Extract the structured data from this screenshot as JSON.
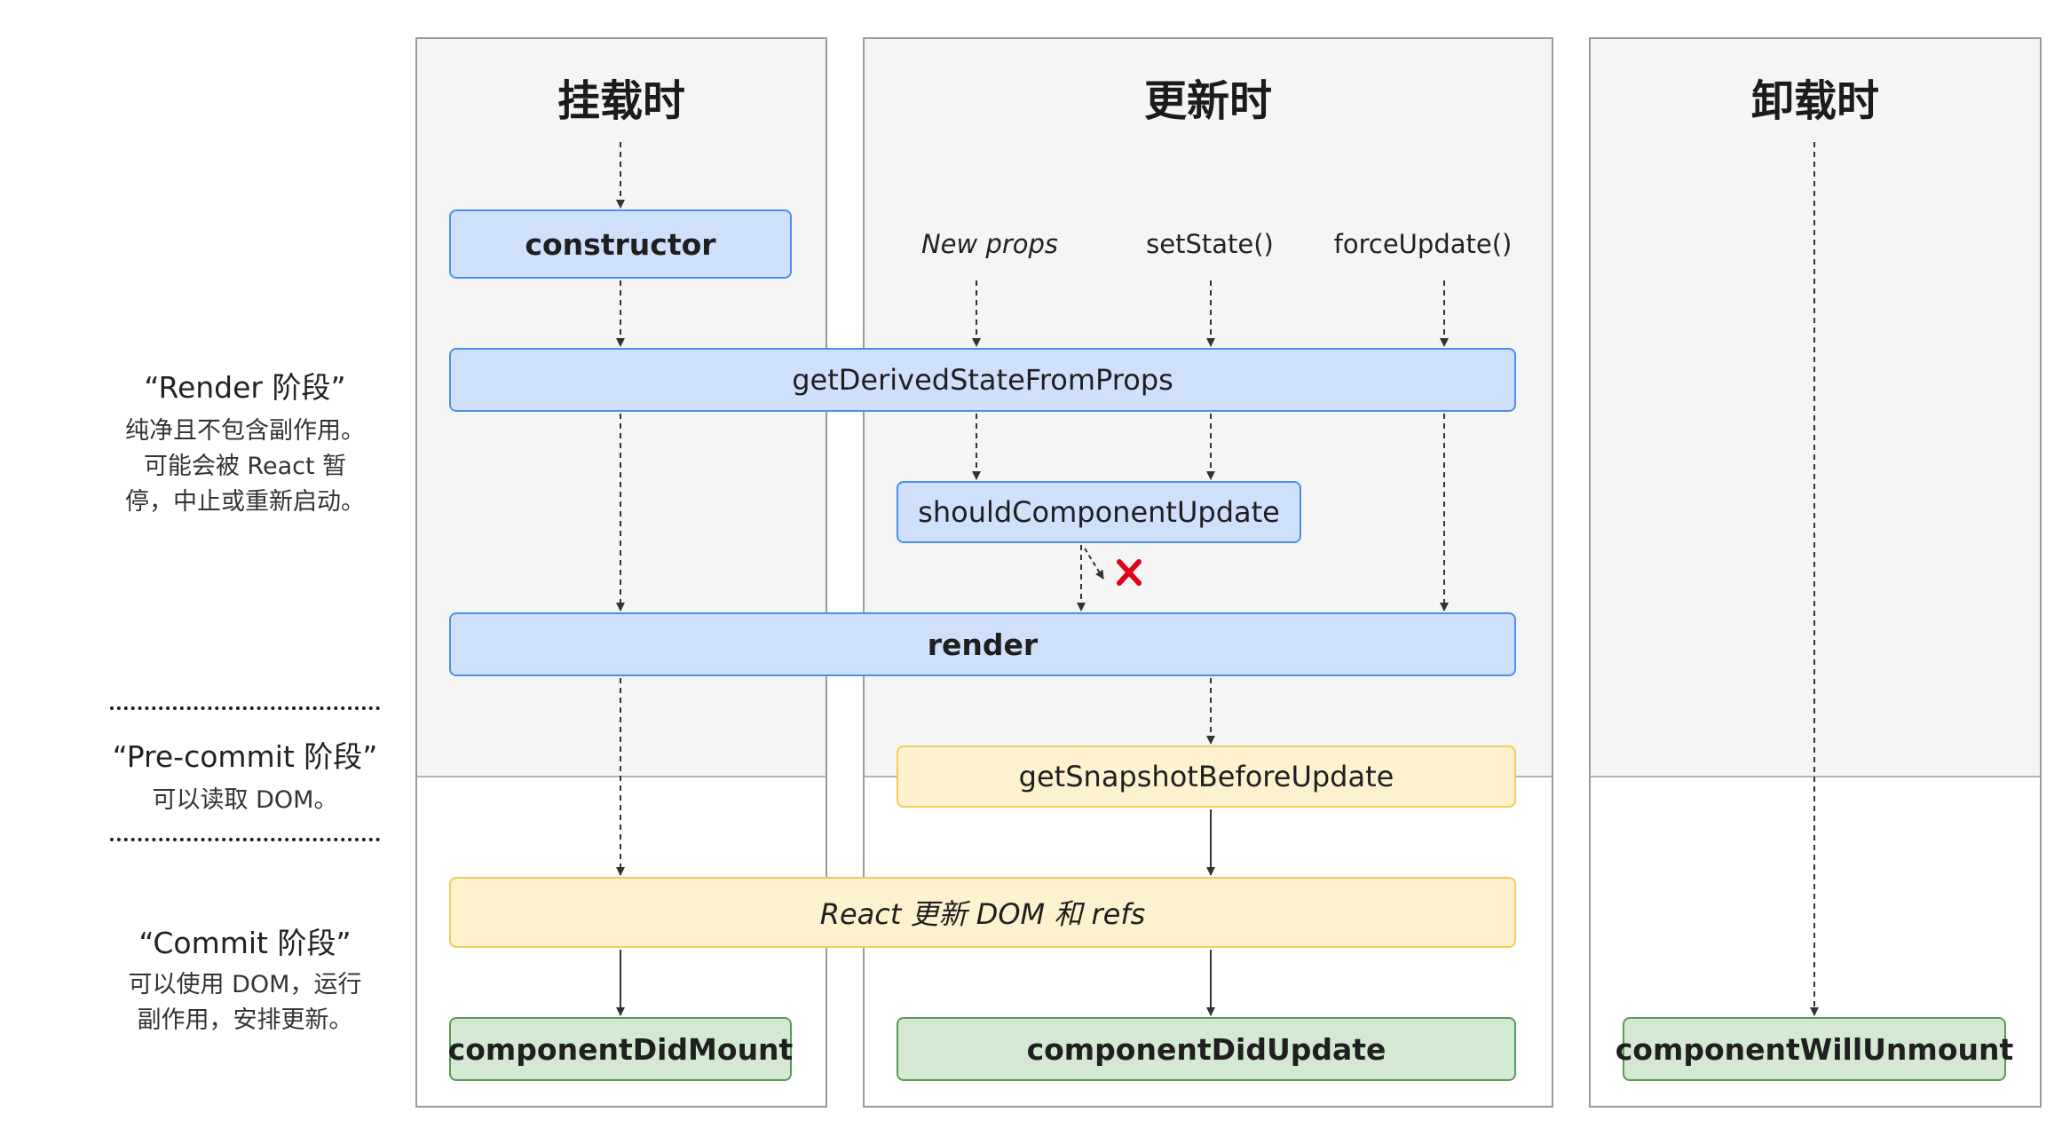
{
  "columns": {
    "mount": {
      "title": "挂载时"
    },
    "update": {
      "title": "更新时"
    },
    "unmount": {
      "title": "卸载时"
    }
  },
  "stages": {
    "render": {
      "title": "“Render 阶段”",
      "desc_lines": [
        "纯净且不包含副作用。",
        "可能会被 React 暂",
        "停，中止或重新启动。"
      ]
    },
    "precommit": {
      "title": "“Pre-commit 阶段”",
      "desc_lines": [
        "可以读取 DOM。"
      ]
    },
    "commit": {
      "title": "“Commit 阶段”",
      "desc_lines": [
        "可以使用 DOM，运行",
        "副作用，安排更新。"
      ]
    }
  },
  "triggers": {
    "new_props": "New props",
    "set_state": "setState()",
    "force_update": "forceUpdate()"
  },
  "methods": {
    "constructor": "constructor",
    "get_derived_state": "getDerivedStateFromProps",
    "should_component_update": "shouldComponentUpdate",
    "render": "render",
    "get_snapshot": "getSnapshotBeforeUpdate",
    "react_updates_dom": "React 更新 DOM 和 refs",
    "component_did_mount": "componentDidMount",
    "component_did_update": "componentDidUpdate",
    "component_will_unmount": "componentWillUnmount"
  },
  "colors": {
    "render_phase_box": "#cfe0fb",
    "precommit_phase_box": "#fdf1cf",
    "commit_phase_box": "#d3e9d1",
    "cancel_mark": "#e0001b"
  },
  "icons": {
    "cancel": "red-cross-icon"
  }
}
